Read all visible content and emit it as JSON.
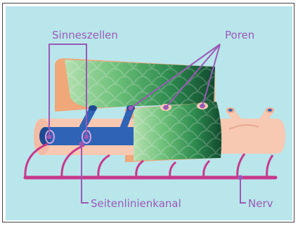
{
  "labels": {
    "sinneszellen": "Sinneszellen",
    "poren": "Poren",
    "seitenlinienkanal": "Seitenlinienkanal",
    "nerv": "Nerv"
  },
  "colors": {
    "background": "#b8e6eb",
    "label": "#9b59b6",
    "tissue": "#f7c8b2",
    "canal": "#2f63b5",
    "nerve": "#c8398c",
    "scale_light": "#a6d8a6",
    "scale_dark": "#124a30",
    "skin_edge": "#f0a779"
  }
}
